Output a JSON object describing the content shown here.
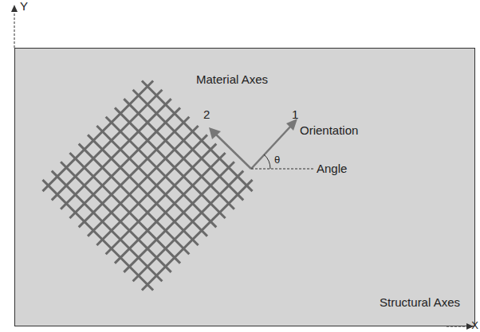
{
  "diagram": {
    "nodes": [
      {
        "text": [
          "Structural Axes"
        ]
      }
    ],
    "labels": [
      "Y",
      "X",
      "Material Axes",
      "2",
      "1",
      "Orientation",
      "θ",
      "Angle"
    ]
  }
}
